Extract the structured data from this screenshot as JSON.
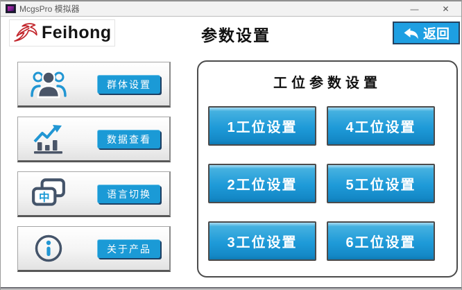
{
  "window": {
    "title": "McgsPro 模拟器",
    "minimize_label": "—",
    "close_label": "✕"
  },
  "header": {
    "logo_text": "Feihong",
    "page_title": "参数设置",
    "back_button_label": "返回"
  },
  "sidebar": {
    "items": [
      {
        "label": "群体设置",
        "icon": "group-icon"
      },
      {
        "label": "数据查看",
        "icon": "chart-icon"
      },
      {
        "label": "语言切换",
        "icon": "language-icon",
        "icon_char": "中"
      },
      {
        "label": "关于产品",
        "icon": "info-icon"
      }
    ]
  },
  "station_panel": {
    "title": "工位参数设置",
    "buttons": [
      {
        "label": "1工位设置"
      },
      {
        "label": "4工位设置"
      },
      {
        "label": "2工位设置"
      },
      {
        "label": "5工位设置"
      },
      {
        "label": "3工位设置"
      },
      {
        "label": "6工位设置"
      }
    ]
  },
  "colors": {
    "accent_blue": "#1b9ad6",
    "icon_slate": "#4a5568",
    "logo_red": "#c2252b",
    "panel_border": "#4b4b4b"
  }
}
